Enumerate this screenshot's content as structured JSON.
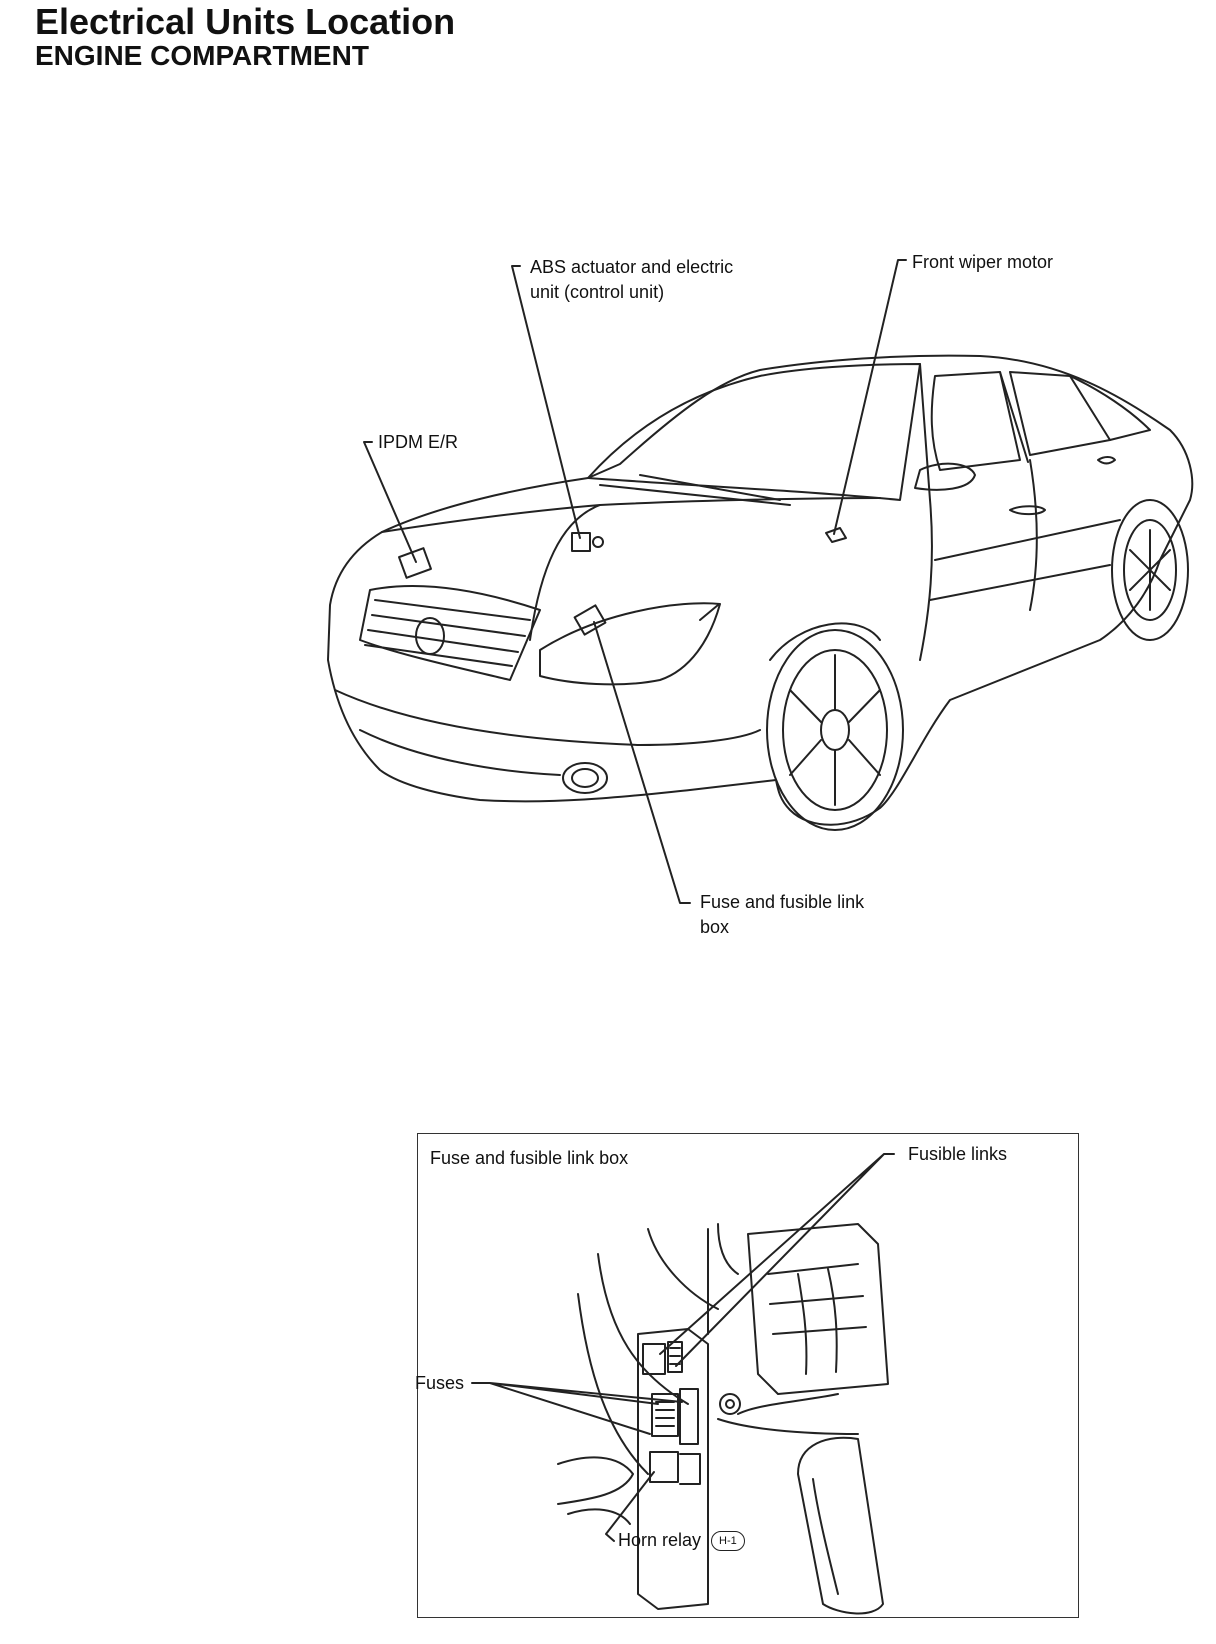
{
  "header": {
    "title": "Electrical Units Location",
    "subtitle": "ENGINE COMPARTMENT"
  },
  "car_diagram": {
    "labels": {
      "abs_line1": "ABS actuator and electric",
      "abs_line2": "unit (control unit)",
      "wiper": "Front wiper motor",
      "ipdm": "IPDM E/R",
      "fuse_line1": "Fuse and fusible link",
      "fuse_line2": "box"
    }
  },
  "detail_panel": {
    "title": "Fuse and fusible link box",
    "labels": {
      "fusible_links": "Fusible links",
      "fuses": "Fuses",
      "horn_relay": "Horn relay",
      "horn_relay_badge": "H-1"
    }
  }
}
